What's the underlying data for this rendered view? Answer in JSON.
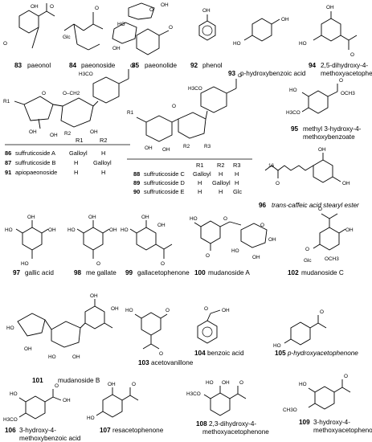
{
  "compounds": [
    {
      "num": "83",
      "name": "paeonol"
    },
    {
      "num": "84",
      "name": "paeonoside"
    },
    {
      "num": "85",
      "name": "paeonolide"
    },
    {
      "num": "92",
      "name": "phenol"
    },
    {
      "num": "93",
      "name": "p-hydroxybenzoic acid"
    },
    {
      "num": "94",
      "name": "2,5-dihydroxy-4-",
      "name2": "methoxyacetophenone"
    },
    {
      "num": "95",
      "name": "methyl 3-hydroxy-4-",
      "name2": "methoxybenzoate"
    },
    {
      "num": "96",
      "name": "trans-caffeic acid stearyl ester"
    },
    {
      "num": "97",
      "name": "gallic acid"
    },
    {
      "num": "98",
      "name": "me gallate"
    },
    {
      "num": "99",
      "name": "gallacetophenone"
    },
    {
      "num": "100",
      "name": "mudanoside A"
    },
    {
      "num": "101",
      "name": "mudanoside B"
    },
    {
      "num": "102",
      "name": "mudanoside C"
    },
    {
      "num": "103",
      "name": "acetovanillone"
    },
    {
      "num": "104",
      "name": "benzoic acid"
    },
    {
      "num": "105",
      "name": "p-hydroxyacetophenone"
    },
    {
      "num": "106",
      "name": "3-hydroxy-4-",
      "name2": "methoxybenzoic acid"
    },
    {
      "num": "107",
      "name": "resacetophenone"
    },
    {
      "num": "108",
      "name": "2,3-dihydroxy-4-",
      "name2": "methoxyacetophenone"
    },
    {
      "num": "109",
      "name": "3-hydroxy-4-",
      "name2": "methoxyacetophenone"
    }
  ],
  "table_left": {
    "headers": [
      "R1",
      "R2"
    ],
    "rows": [
      {
        "num": "86",
        "name": "suffruticoside A",
        "r1": "Galloyl",
        "r2": "H"
      },
      {
        "num": "87",
        "name": "suffruticoside B",
        "r1": "H",
        "r2": "Galloyl"
      },
      {
        "num": "91",
        "name": "apiopaeonoside",
        "r1": "H",
        "r2": "H"
      }
    ]
  },
  "table_right": {
    "headers": [
      "R1",
      "R2",
      "R3"
    ],
    "rows": [
      {
        "num": "88",
        "name": "suffruticoside C",
        "r1": "Galloyl",
        "r2": "H",
        "r3": "H"
      },
      {
        "num": "89",
        "name": "suffruticoside D",
        "r1": "H",
        "r2": "Galloyl",
        "r3": "H"
      },
      {
        "num": "90",
        "name": "suffruticoside E",
        "r1": "H",
        "r2": "H",
        "r3": "Glc"
      }
    ]
  },
  "atoms": {
    "oh": "OH",
    "ho": "HO",
    "o": "O",
    "h3co": "H3CO",
    "och3": "OCH3",
    "me": "H3C",
    "glc": "Glc",
    "r1": "R1",
    "r2": "R2",
    "r3": "R3",
    "ch3o": "CH3O",
    "och2": "O–CH2",
    "sixteen": "16"
  }
}
